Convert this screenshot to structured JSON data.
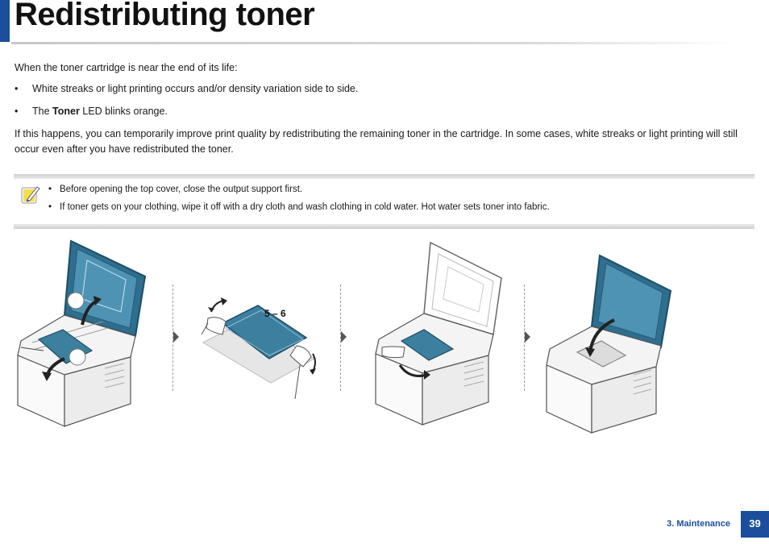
{
  "header": {
    "title": "Redistributing toner"
  },
  "intro": "When the toner cartridge is near the end of its life:",
  "bullets": [
    {
      "text": "White streaks or light printing occurs and/or density variation side to side."
    },
    {
      "prefix": "The ",
      "bold": "Toner",
      "suffix": " LED blinks orange."
    }
  ],
  "paragraph": "If this happens, you can temporarily improve print quality by redistributing the remaining toner in the cartridge. In some cases, white streaks or light printing will still occur even after you have redistributed the toner.",
  "note": {
    "icon": "pencil-note-icon",
    "items": [
      "Before opening the top cover, close the output support first.",
      "If toner gets on your clothing, wipe it off with a dry cloth and wash clothing in cold water. Hot water sets toner into fabric."
    ]
  },
  "illustrations": {
    "shake_label": "5 – 6"
  },
  "footer": {
    "section": "3.  Maintenance",
    "page": "39"
  },
  "colors": {
    "accent": "#1b4f9c",
    "cover_teal": "#2e6e8e",
    "note_icon": "#f2d21a"
  }
}
